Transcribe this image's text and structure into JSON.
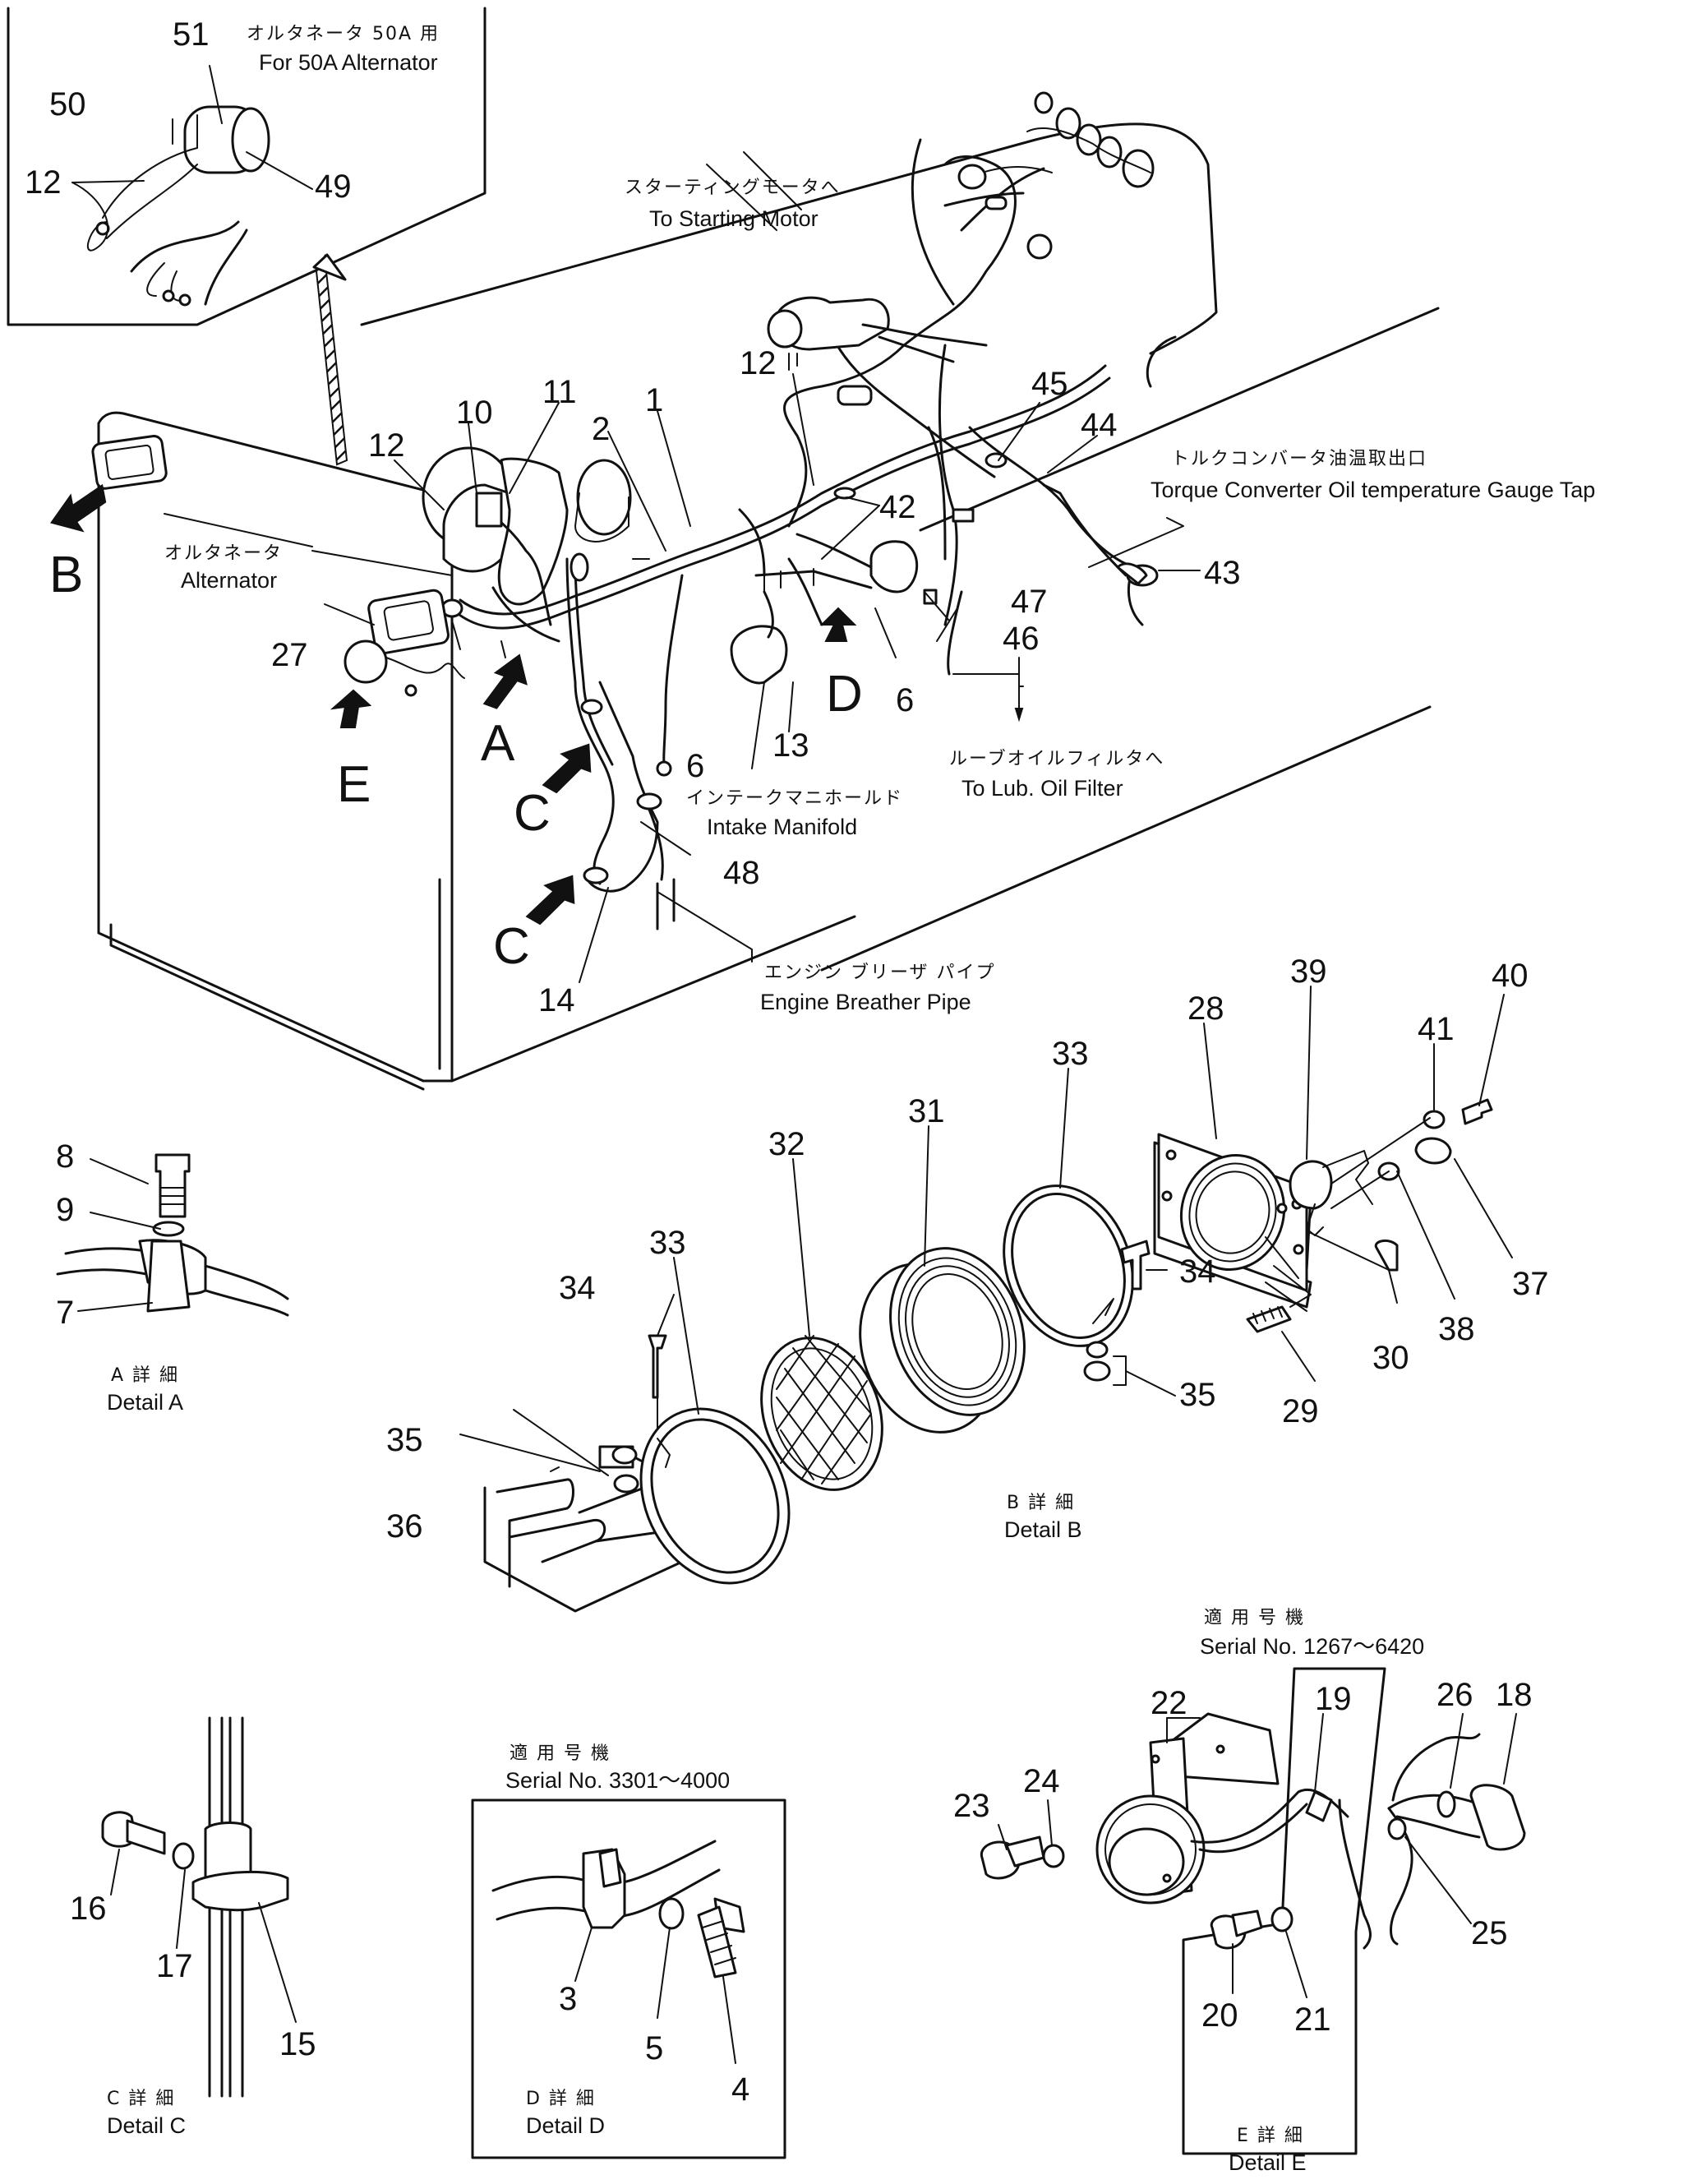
{
  "numbers": {
    "n1": "1",
    "n2": "2",
    "n3": "3",
    "n4": "4",
    "n5": "5",
    "n6a": "6",
    "n6b": "6",
    "n7": "7",
    "n8": "8",
    "n9": "9",
    "n10": "10",
    "n11": "11",
    "n12a": "12",
    "n12b": "12",
    "n12c": "12",
    "n13": "13",
    "n14": "14",
    "n15": "15",
    "n16": "16",
    "n17": "17",
    "n18": "18",
    "n19": "19",
    "n20": "20",
    "n21": "21",
    "n22": "22",
    "n23": "23",
    "n24": "24",
    "n25": "25",
    "n26": "26",
    "n27": "27",
    "n28": "28",
    "n29": "29",
    "n30": "30",
    "n31": "31",
    "n32": "32",
    "n33a": "33",
    "n33b": "33",
    "n34a": "34",
    "n34b": "34",
    "n35a": "35",
    "n35b": "35",
    "n36": "36",
    "n37": "37",
    "n38": "38",
    "n39": "39",
    "n40": "40",
    "n41": "41",
    "n42": "42",
    "n43": "43",
    "n44": "44",
    "n45": "45",
    "n46": "46",
    "n47": "47",
    "n48": "48",
    "n49": "49",
    "n50": "50",
    "n51": "51"
  },
  "arrows": {
    "A": "A",
    "B": "B",
    "C1": "C",
    "C2": "C",
    "D": "D",
    "E": "E"
  },
  "labels": {
    "alt50_jp": "オルタネータ 50A 用",
    "alt50_en": "For 50A Alternator",
    "starting_jp": "スターティングモータへ",
    "starting_en": "To Starting Motor",
    "torque_jp": "トルクコンバータ油温取出口",
    "torque_en": "Torque Converter Oil temperature Gauge Tap",
    "alternator_jp": "オルタネータ",
    "alternator_en": "Alternator",
    "lube_jp": "ルーブオイルフィルタへ",
    "lube_en": "To Lub. Oil Filter",
    "intake_jp": "インテークマニホールド",
    "intake_en": "Intake Manifold",
    "breather_jp": "エンジン ブリーザ パイプ",
    "breather_en": "Engine Breather Pipe"
  },
  "details": {
    "a_jp": "A 詳 細",
    "a_en": "Detail A",
    "b_jp": "B 詳 細",
    "b_en": "Detail B",
    "c_jp": "C 詳 細",
    "c_en": "Detail C",
    "d_jp": "D 詳 細",
    "d_en": "Detail D",
    "e_jp": "E 詳 細",
    "e_en": "Detail E",
    "serial_d_jp": "適 用 号 機",
    "serial_d_en": "Serial No. 3301～4000",
    "serial_e_jp": "適 用 号 機",
    "serial_e_en": "Serial No. 1267～6420"
  }
}
